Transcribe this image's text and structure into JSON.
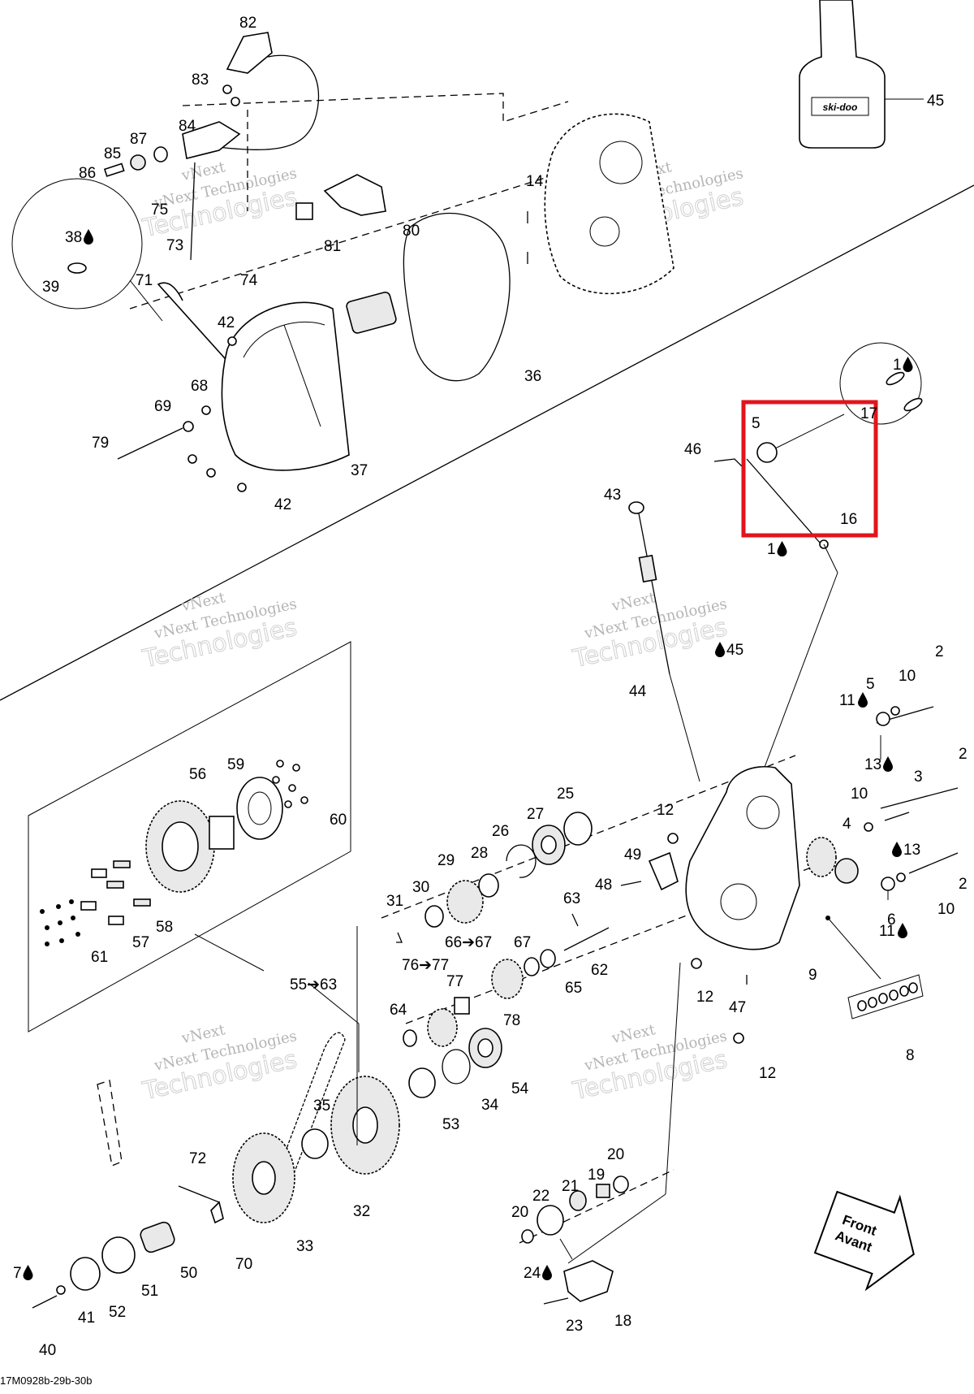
{
  "diagram": {
    "code": "17M0928b-29b-30b",
    "bottle_brand": "ski-doo",
    "front_label": [
      "Front",
      "Avant"
    ],
    "highlight_color": "#e2141c",
    "watermark_top": "vNext",
    "watermark_main": "vNext Technologies",
    "watermark_big": "Technologies",
    "callouts": [
      {
        "id": "c82",
        "text": "82"
      },
      {
        "id": "c83",
        "text": "83"
      },
      {
        "id": "c84",
        "text": "84"
      },
      {
        "id": "c87",
        "text": "87"
      },
      {
        "id": "c85",
        "text": "85"
      },
      {
        "id": "c86",
        "text": "86"
      },
      {
        "id": "c75",
        "text": "75"
      },
      {
        "id": "c73",
        "text": "73"
      },
      {
        "id": "c74",
        "text": "74"
      },
      {
        "id": "c81",
        "text": "81"
      },
      {
        "id": "c80",
        "text": "80"
      },
      {
        "id": "c14",
        "text": "14"
      },
      {
        "id": "c45a",
        "text": "45"
      },
      {
        "id": "c38",
        "text": "38"
      },
      {
        "id": "c39",
        "text": "39"
      },
      {
        "id": "c71",
        "text": "71"
      },
      {
        "id": "c42a",
        "text": "42"
      },
      {
        "id": "c36",
        "text": "36"
      },
      {
        "id": "c68",
        "text": "68"
      },
      {
        "id": "c69",
        "text": "69"
      },
      {
        "id": "c79",
        "text": "79"
      },
      {
        "id": "c37",
        "text": "37"
      },
      {
        "id": "c42b",
        "text": "42"
      },
      {
        "id": "c1a",
        "text": "1"
      },
      {
        "id": "c17",
        "text": "17"
      },
      {
        "id": "c15",
        "text": "5"
      },
      {
        "id": "c46",
        "text": "46"
      },
      {
        "id": "c16",
        "text": "16"
      },
      {
        "id": "c1b",
        "text": "1"
      },
      {
        "id": "c43",
        "text": "43"
      },
      {
        "id": "c45b",
        "text": "45"
      },
      {
        "id": "c44",
        "text": "44"
      },
      {
        "id": "c2a",
        "text": "2"
      },
      {
        "id": "c10a",
        "text": "10"
      },
      {
        "id": "c5",
        "text": "5"
      },
      {
        "id": "c11a",
        "text": "11"
      },
      {
        "id": "c13a",
        "text": "13"
      },
      {
        "id": "c2b",
        "text": "2"
      },
      {
        "id": "c3",
        "text": "3"
      },
      {
        "id": "c10b",
        "text": "10"
      },
      {
        "id": "c4",
        "text": "4"
      },
      {
        "id": "c13b",
        "text": "13"
      },
      {
        "id": "c2c",
        "text": "2"
      },
      {
        "id": "c10c",
        "text": "10"
      },
      {
        "id": "c6",
        "text": "6"
      },
      {
        "id": "c11b",
        "text": "11"
      },
      {
        "id": "c56",
        "text": "56"
      },
      {
        "id": "c59",
        "text": "59"
      },
      {
        "id": "c60",
        "text": "60"
      },
      {
        "id": "c57",
        "text": "57"
      },
      {
        "id": "c58",
        "text": "58"
      },
      {
        "id": "c61",
        "text": "61"
      },
      {
        "id": "c25",
        "text": "25"
      },
      {
        "id": "c27",
        "text": "27"
      },
      {
        "id": "c26",
        "text": "26"
      },
      {
        "id": "c12a",
        "text": "12"
      },
      {
        "id": "c29",
        "text": "29"
      },
      {
        "id": "c28",
        "text": "28"
      },
      {
        "id": "c49",
        "text": "49"
      },
      {
        "id": "c48",
        "text": "48"
      },
      {
        "id": "c30",
        "text": "30"
      },
      {
        "id": "c31",
        "text": "31"
      },
      {
        "id": "c63",
        "text": "63"
      },
      {
        "id": "c66",
        "text": "66➔67"
      },
      {
        "id": "c67",
        "text": "67"
      },
      {
        "id": "c62",
        "text": "62"
      },
      {
        "id": "c65",
        "text": "65"
      },
      {
        "id": "c9",
        "text": "9"
      },
      {
        "id": "c12b",
        "text": "12"
      },
      {
        "id": "c47",
        "text": "47"
      },
      {
        "id": "c8",
        "text": "8"
      },
      {
        "id": "c12c",
        "text": "12"
      },
      {
        "id": "c55",
        "text": "55➔63"
      },
      {
        "id": "c76",
        "text": "76➔77"
      },
      {
        "id": "c77",
        "text": "77"
      },
      {
        "id": "c64",
        "text": "64"
      },
      {
        "id": "c78",
        "text": "78"
      },
      {
        "id": "c54",
        "text": "54"
      },
      {
        "id": "c34",
        "text": "34"
      },
      {
        "id": "c53",
        "text": "53"
      },
      {
        "id": "c35",
        "text": "35"
      },
      {
        "id": "c72",
        "text": "72"
      },
      {
        "id": "c32",
        "text": "32"
      },
      {
        "id": "c33",
        "text": "33"
      },
      {
        "id": "c70",
        "text": "70"
      },
      {
        "id": "c50",
        "text": "50"
      },
      {
        "id": "c51",
        "text": "51"
      },
      {
        "id": "c52",
        "text": "52"
      },
      {
        "id": "c41",
        "text": "41"
      },
      {
        "id": "c40",
        "text": "40"
      },
      {
        "id": "c7",
        "text": "7"
      },
      {
        "id": "c20a",
        "text": "20"
      },
      {
        "id": "c19",
        "text": "19"
      },
      {
        "id": "c21",
        "text": "21"
      },
      {
        "id": "c22",
        "text": "22"
      },
      {
        "id": "c20b",
        "text": "20"
      },
      {
        "id": "c24",
        "text": "24"
      },
      {
        "id": "c23",
        "text": "23"
      },
      {
        "id": "c18",
        "text": "18"
      }
    ]
  }
}
